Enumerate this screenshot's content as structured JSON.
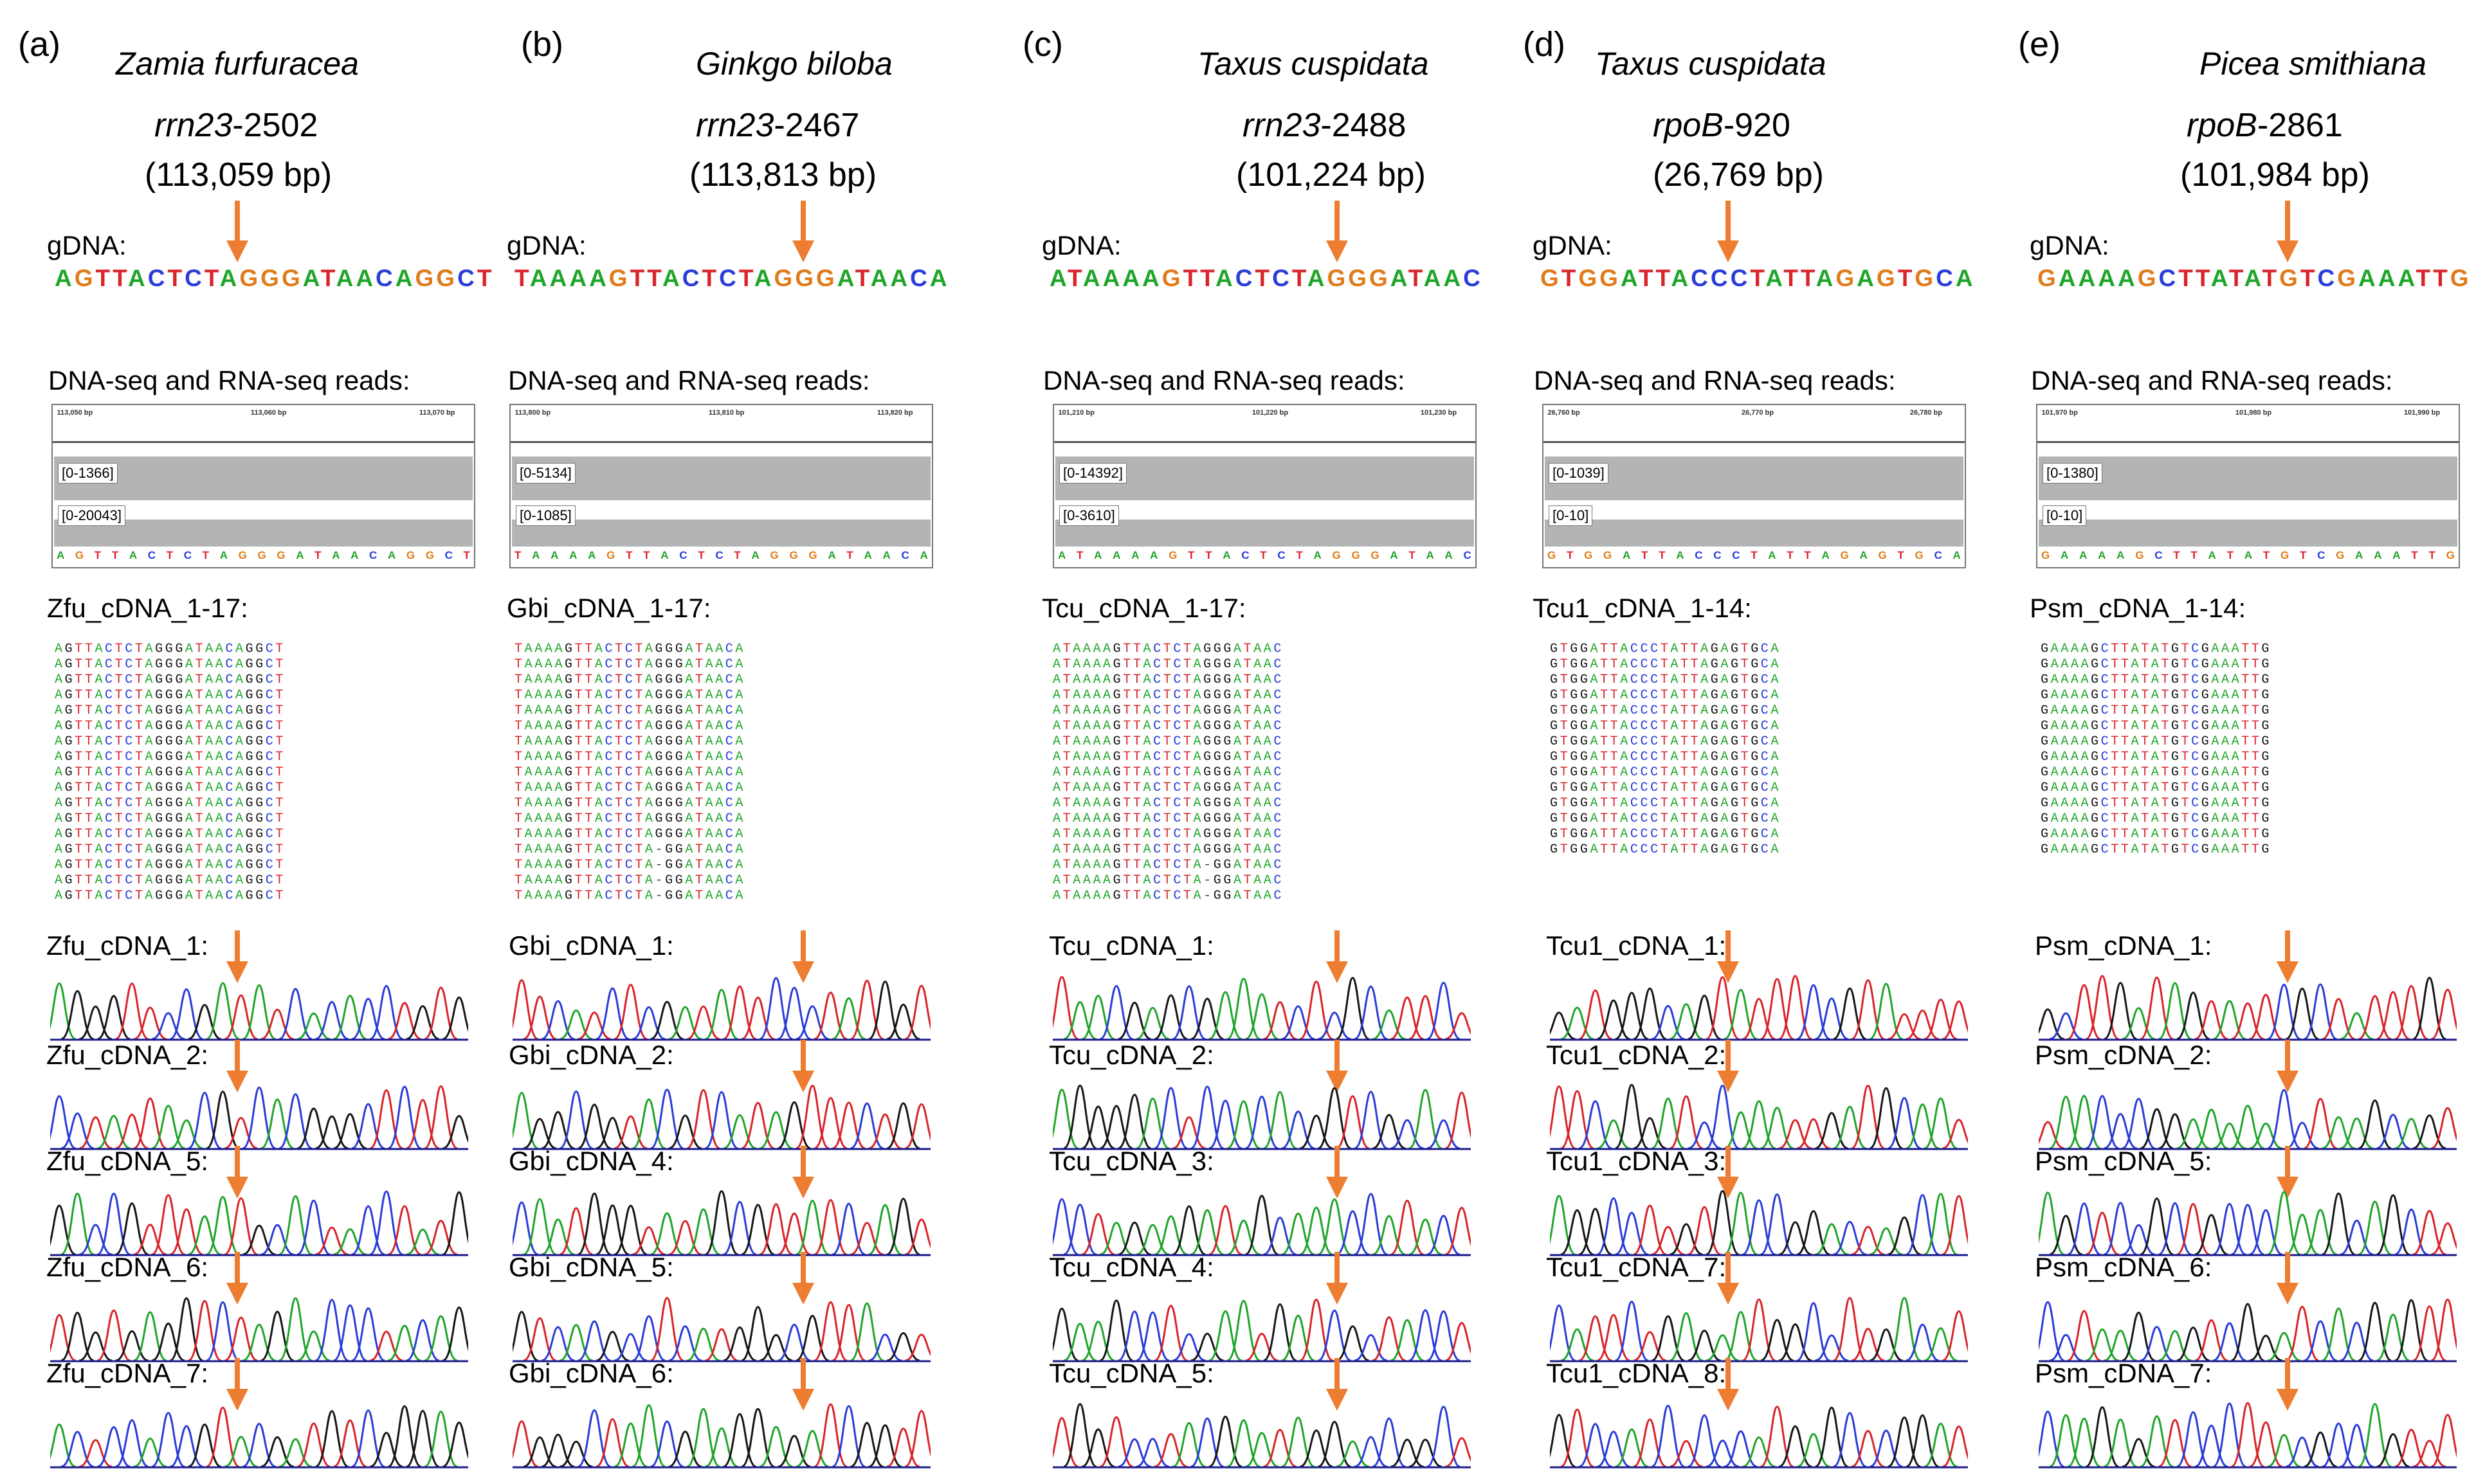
{
  "colors": {
    "arrow": "#ed7d31",
    "A": "#1fa52a",
    "C": "#2a3cd8",
    "G": "#161616",
    "T": "#d8242a",
    "gdna_G": "#e07b1a"
  },
  "panels": [
    {
      "label": "(a)",
      "species": "Zamia furfuracea",
      "gene": "rrn23",
      "site_suffix": "-2502",
      "bp": "(113,059 bp)",
      "gdna_label": "gDNA:",
      "gdna_seq": "AGTTACTCTAGGGATAACAGGCT",
      "reads_label": "DNA-seq and RNA-seq reads:",
      "igv_ticks": [
        "113,050 bp",
        "113,060 bp",
        "113,070 bp"
      ],
      "igv_dna_range": "[0-1366]",
      "igv_rna_range": "[0-20043]",
      "alignment_label": "Zfu_cDNA_1-17:",
      "alignment_rows": [
        "AGTTACTCTAGGGATAACAGGCT",
        "AGTTACTCTAGGGATAACAGGCT",
        "AGTTACTCTAGGGATAACAGGCT",
        "AGTTACTCTAGGGATAACAGGCT",
        "AGTTACTCTAGGGATAACAGGCT",
        "AGTTACTCTAGGGATAACAGGCT",
        "AGTTACTCTAGGGATAACAGGCT",
        "AGTTACTCTAGGGATAACAGGCT",
        "AGTTACTCTAGGGATAACAGGCT",
        "AGTTACTCTAGGGATAACAGGCT",
        "AGTTACTCTAGGGATAACAGGCT",
        "AGTTACTCTAGGGATAACAGGCT",
        "AGTTACTCTAGGGATAACAGGCT",
        "AGTTACTCTAGGGATAACAGGCT",
        "AGTTACTCTAGGGATAACAGGCT",
        "AGTTACTCTAGGGATAACAGGCT",
        "AGTTACTCTAGGGATAACAGGCT"
      ],
      "traces": [
        "Zfu_cDNA_1:",
        "Zfu_cDNA_2:",
        "Zfu_cDNA_5:",
        "Zfu_cDNA_6:",
        "Zfu_cDNA_7:"
      ]
    },
    {
      "label": "(b)",
      "species": "Ginkgo biloba",
      "gene": "rrn23",
      "site_suffix": "-2467",
      "bp": "(113,813 bp)",
      "gdna_label": "gDNA:",
      "gdna_seq": "TAAAAGTTACTCTAGGGATAACA",
      "reads_label": "DNA-seq and RNA-seq reads:",
      "igv_ticks": [
        "113,800 bp",
        "113,810 bp",
        "113,820 bp"
      ],
      "igv_dna_range": "[0-5134]",
      "igv_rna_range": "[0-1085]",
      "alignment_label": "Gbi_cDNA_1-17:",
      "alignment_rows": [
        "TAAAAGTTACTCTAGGGATAACA",
        "TAAAAGTTACTCTAGGGATAACA",
        "TAAAAGTTACTCTAGGGATAACA",
        "TAAAAGTTACTCTAGGGATAACA",
        "TAAAAGTTACTCTAGGGATAACA",
        "TAAAAGTTACTCTAGGGATAACA",
        "TAAAAGTTACTCTAGGGATAACA",
        "TAAAAGTTACTCTAGGGATAACA",
        "TAAAAGTTACTCTAGGGATAACA",
        "TAAAAGTTACTCTAGGGATAACA",
        "TAAAAGTTACTCTAGGGATAACA",
        "TAAAAGTTACTCTAGGGATAACA",
        "TAAAAGTTACTCTAGGGATAACA",
        "TAAAAGTTACTCTA-GGATAACA",
        "TAAAAGTTACTCTA-GGATAACA",
        "TAAAAGTTACTCTA-GGATAACA",
        "TAAAAGTTACTCTA-GGATAACA"
      ],
      "traces": [
        "Gbi_cDNA_1:",
        "Gbi_cDNA_2:",
        "Gbi_cDNA_4:",
        "Gbi_cDNA_5:",
        "Gbi_cDNA_6:"
      ]
    },
    {
      "label": "(c)",
      "species": "Taxus cuspidata",
      "gene": "rrn23",
      "site_suffix": "-2488",
      "bp": "(101,224 bp)",
      "gdna_label": "gDNA:",
      "gdna_seq": "ATAAAAGTTACTCTAGGGATAAC",
      "reads_label": "DNA-seq and RNA-seq reads:",
      "igv_ticks": [
        "101,210 bp",
        "101,220 bp",
        "101,230 bp"
      ],
      "igv_dna_range": "[0-14392]",
      "igv_rna_range": "[0-3610]",
      "alignment_label": "Tcu_cDNA_1-17:",
      "alignment_rows": [
        "ATAAAAGTTACTCTAGGGATAAC",
        "ATAAAAGTTACTCTAGGGATAAC",
        "ATAAAAGTTACTCTAGGGATAAC",
        "ATAAAAGTTACTCTAGGGATAAC",
        "ATAAAAGTTACTCTAGGGATAAC",
        "ATAAAAGTTACTCTAGGGATAAC",
        "ATAAAAGTTACTCTAGGGATAAC",
        "ATAAAAGTTACTCTAGGGATAAC",
        "ATAAAAGTTACTCTAGGGATAAC",
        "ATAAAAGTTACTCTAGGGATAAC",
        "ATAAAAGTTACTCTAGGGATAAC",
        "ATAAAAGTTACTCTAGGGATAAC",
        "ATAAAAGTTACTCTAGGGATAAC",
        "ATAAAAGTTACTCTAGGGATAAC",
        "ATAAAAGTTACTCTA-GGATAAC",
        "ATAAAAGTTACTCTA-GGATAAC",
        "ATAAAAGTTACTCTA-GGATAAC"
      ],
      "traces": [
        "Tcu_cDNA_1:",
        "Tcu_cDNA_2:",
        "Tcu_cDNA_3:",
        "Tcu_cDNA_4:",
        "Tcu_cDNA_5:"
      ]
    },
    {
      "label": "(d)",
      "species": "Taxus cuspidata",
      "gene": "rpoB",
      "site_suffix": "-920",
      "bp": "(26,769 bp)",
      "gdna_label": "gDNA:",
      "gdna_seq": "GTGGATTACCCTATTAGAGTGCA",
      "reads_label": "DNA-seq and RNA-seq reads:",
      "igv_ticks": [
        "26,760 bp",
        "26,770 bp",
        "26,780 bp"
      ],
      "igv_dna_range": "[0-1039]",
      "igv_rna_range": "[0-10]",
      "alignment_label": "Tcu1_cDNA_1-14:",
      "alignment_rows": [
        "GTGGATTACCCTATTAGAGTGCA",
        "GTGGATTACCCTATTAGAGTGCA",
        "GTGGATTACCCTATTAGAGTGCA",
        "GTGGATTACCCTATTAGAGTGCA",
        "GTGGATTACCCTATTAGAGTGCA",
        "GTGGATTACCCTATTAGAGTGCA",
        "GTGGATTACCCTATTAGAGTGCA",
        "GTGGATTACCCTATTAGAGTGCA",
        "GTGGATTACCCTATTAGAGTGCA",
        "GTGGATTACCCTATTAGAGTGCA",
        "GTGGATTACCCTATTAGAGTGCA",
        "GTGGATTACCCTATTAGAGTGCA",
        "GTGGATTACCCTATTAGAGTGCA",
        "GTGGATTACCCTATTAGAGTGCA"
      ],
      "traces": [
        "Tcu1_cDNA_1:",
        "Tcu1_cDNA_2:",
        "Tcu1_cDNA_3:",
        "Tcu1_cDNA_7:",
        "Tcu1_cDNA_8:"
      ]
    },
    {
      "label": "(e)",
      "species": "Picea smithiana",
      "gene": "rpoB",
      "site_suffix": "-2861",
      "bp": "(101,984 bp)",
      "gdna_label": "gDNA:",
      "gdna_seq": "GAAAAGCTTATATGTCGAAATTG",
      "reads_label": "DNA-seq and RNA-seq reads:",
      "igv_ticks": [
        "101,970 bp",
        "101,980 bp",
        "101,990 bp"
      ],
      "igv_dna_range": "[0-1380]",
      "igv_rna_range": "[0-10]",
      "alignment_label": "Psm_cDNA_1-14:",
      "alignment_rows": [
        "GAAAAGCTTATATGTCGAAATTG",
        "GAAAAGCTTATATGTCGAAATTG",
        "GAAAAGCTTATATGTCGAAATTG",
        "GAAAAGCTTATATGTCGAAATTG",
        "GAAAAGCTTATATGTCGAAATTG",
        "GAAAAGCTTATATGTCGAAATTG",
        "GAAAAGCTTATATGTCGAAATTG",
        "GAAAAGCTTATATGTCGAAATTG",
        "GAAAAGCTTATATGTCGAAATTG",
        "GAAAAGCTTATATGTCGAAATTG",
        "GAAAAGCTTATATGTCGAAATTG",
        "GAAAAGCTTATATGTCGAAATTG",
        "GAAAAGCTTATATGTCGAAATTG",
        "GAAAAGCTTATATGTCGAAATTG"
      ],
      "traces": [
        "Psm_cDNA_1:",
        "Psm_cDNA_2:",
        "Psm_cDNA_5:",
        "Psm_cDNA_6:",
        "Psm_cDNA_7:"
      ]
    }
  ]
}
